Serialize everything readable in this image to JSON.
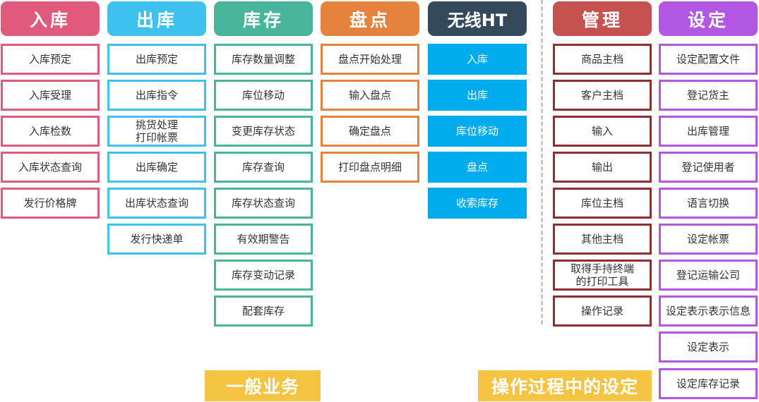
{
  "colors": {
    "inbound": "#e05a7c",
    "outbound": "#3ec1ee",
    "inventory": "#48b59b",
    "stocktake": "#e5823e",
    "wireless": "#34495b",
    "wireless_item_fill": "#00acee",
    "management": "#c65151",
    "management_item_border": "#8b2f2f",
    "settings": "#b357e2",
    "footer": "#f5c342"
  },
  "columns": [
    {
      "key": "inbound",
      "title": "入库",
      "items": [
        "入库预定",
        "入库受理",
        "入库检数",
        "入库状态查询",
        "发行价格牌"
      ]
    },
    {
      "key": "outbound",
      "title": "出库",
      "items": [
        "出库预定",
        "出库指令",
        "挑货处理\n打印帐票",
        "出库确定",
        "出库状态查询",
        "发行快递单"
      ]
    },
    {
      "key": "inventory",
      "title": "库存",
      "items": [
        "库存数量调整",
        "库位移动",
        "变更库存状态",
        "库存查询",
        "库存状态查询",
        "有效期警告",
        "库存变动记录",
        "配套库存"
      ]
    },
    {
      "key": "stocktake",
      "title": "盘点",
      "items": [
        "盘点开始处理",
        "输入盘点",
        "确定盘点",
        "打印盘点明细"
      ]
    },
    {
      "key": "wireless",
      "title": "无线HT",
      "items": [
        "入库",
        "出库",
        "库位移动",
        "盘点",
        "收索库存"
      ]
    },
    {
      "key": "management",
      "title": "管理",
      "items": [
        "商品主档",
        "客户主档",
        "输入",
        "输出",
        "库位主档",
        "其他主档",
        "取得手持终端\n的打印工具",
        "操作记录"
      ]
    },
    {
      "key": "settings",
      "title": "设定",
      "items": [
        "设定配置文件",
        "登记货主",
        "出库管理",
        "登记使用者",
        "语言切换",
        "设定帐票",
        "登记运输公司",
        "设定表示表示信息",
        "设定表示",
        "设定库存记录"
      ]
    }
  ],
  "footer": {
    "general": "一般业务",
    "settings": "操作过程中的设定"
  }
}
